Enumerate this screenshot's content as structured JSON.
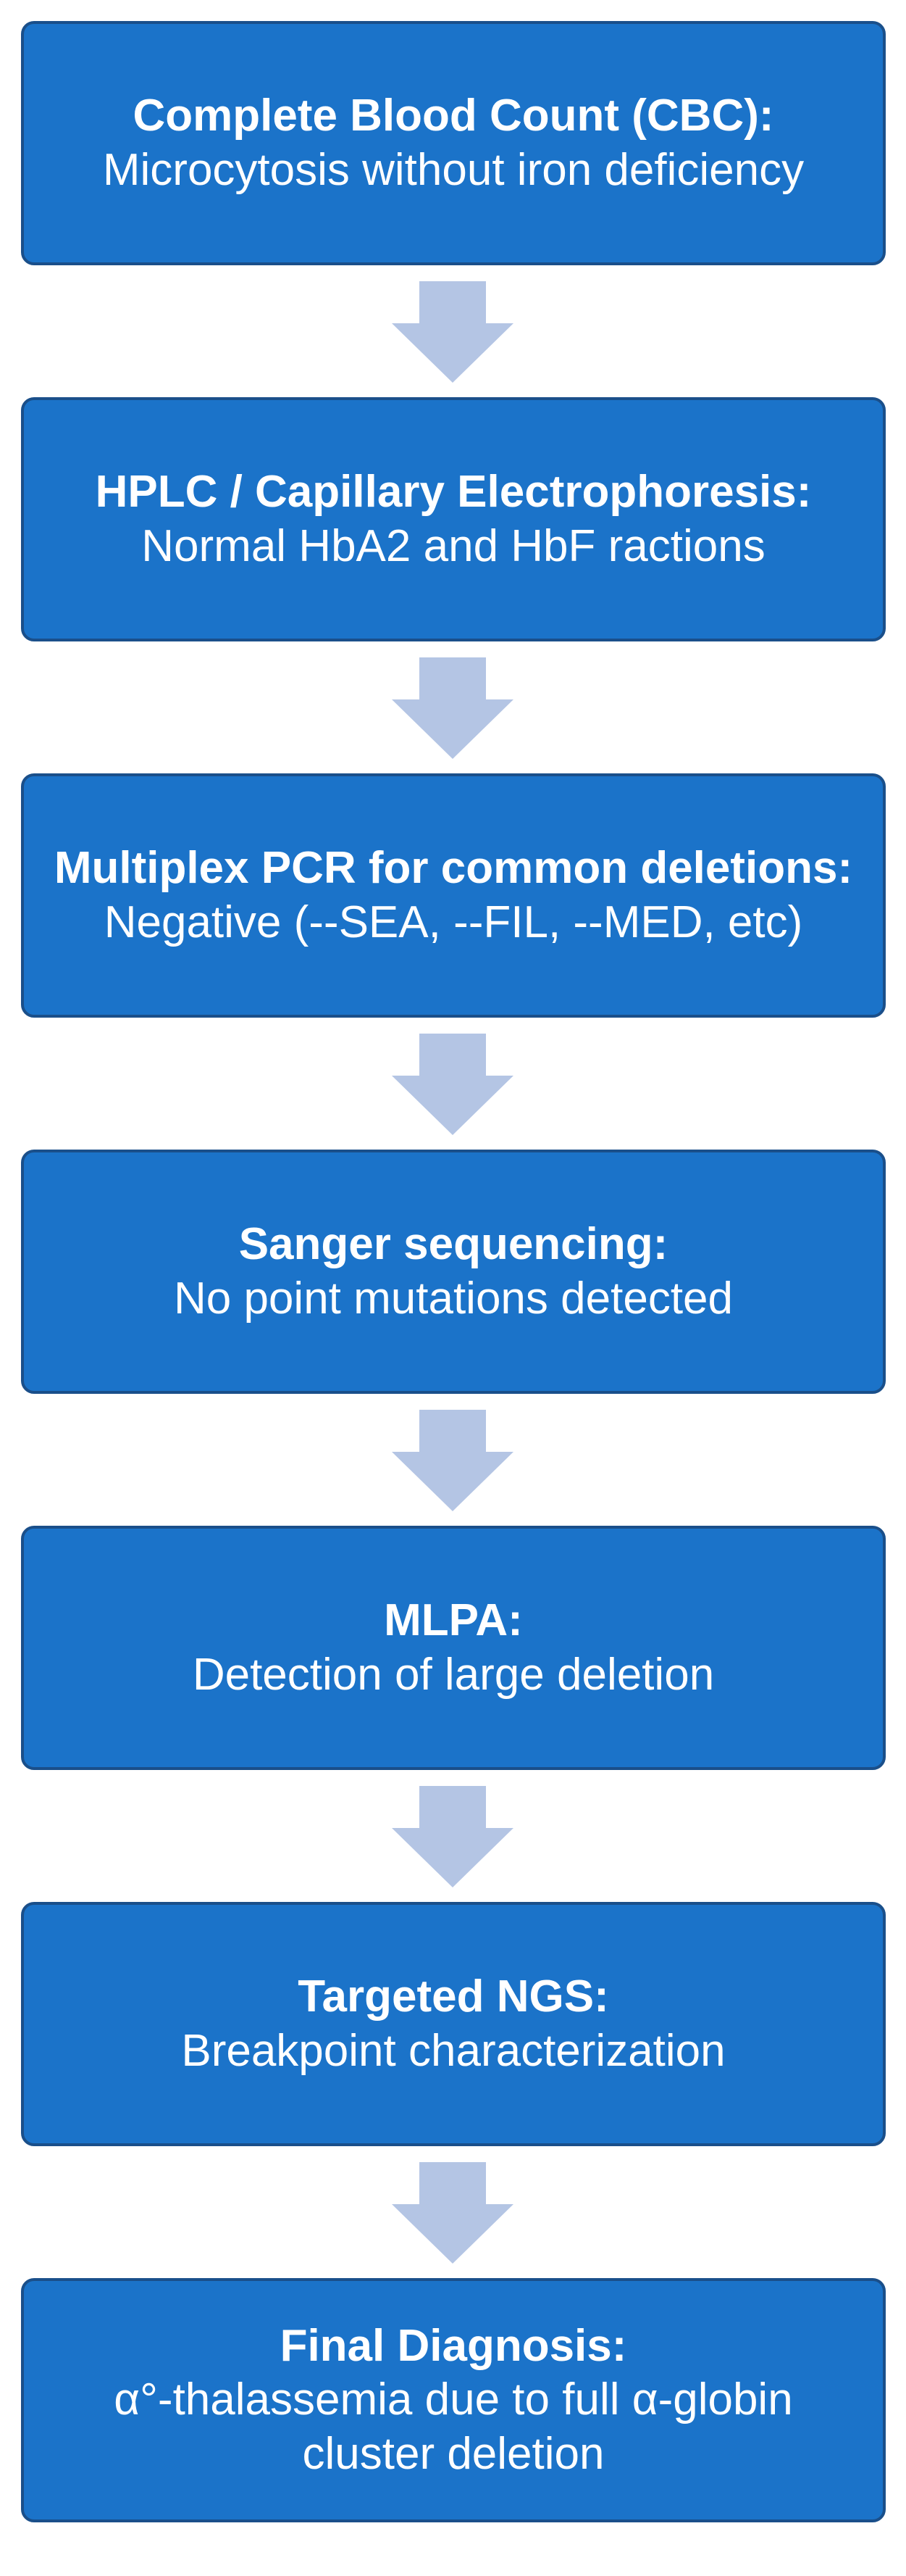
{
  "steps": [
    {
      "title": "Complete Blood Count (CBC):",
      "description": "Microcytosis without iron deficiency"
    },
    {
      "title": "HPLC / Capillary Electrophoresis:",
      "description": "Normal HbA2 and HbF ractions"
    },
    {
      "title": "Multiplex PCR for common deletions:",
      "description": "Negative (--SEA, --FIL, --MED, etc)"
    },
    {
      "title": "Sanger sequencing:",
      "description": "No point mutations detected"
    },
    {
      "title": "MLPA:",
      "description": "Detection of large deletion"
    },
    {
      "title": "Targeted NGS:",
      "description": "Breakpoint characterization"
    },
    {
      "title": "Final Diagnosis:",
      "description": "α°-thalassemia due to full α-globin cluster deletion"
    }
  ],
  "colors": {
    "box_fill": "#1b73c9",
    "box_border": "#1a4f8a",
    "arrow": "#b4c5e4",
    "text": "#ffffff"
  }
}
